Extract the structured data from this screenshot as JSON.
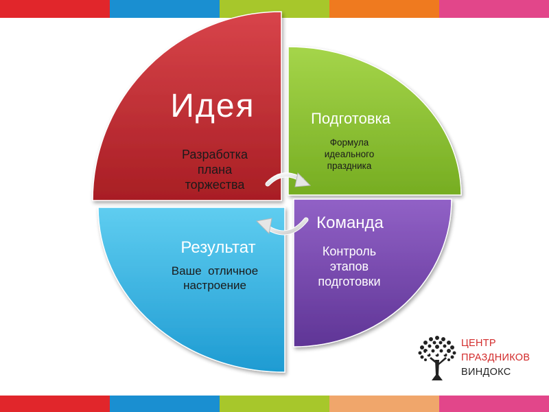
{
  "colors": {
    "stripes": [
      "#e1262b",
      "#1a8fd1",
      "#a7c72b",
      "#ef7a1f",
      "#e2468a"
    ],
    "stripes_bottom": [
      "#e1262b",
      "#1a8fd1",
      "#a7c72b",
      "#f0a66b",
      "#e2468a"
    ],
    "idea": "#c0272d",
    "preparation": "#8cc331",
    "team": "#7a4cb3",
    "result": "#2fb3e3",
    "logo_red": "#d22a2a",
    "logo_dark": "#222222"
  },
  "quadrants": {
    "idea": {
      "title": "Идея",
      "lines": [
        "Разработка",
        "плана",
        "торжества"
      ]
    },
    "preparation": {
      "title": "Подготовка",
      "lines": [
        "Формула",
        "идеального",
        "праздника"
      ]
    },
    "team": {
      "title": "Команда",
      "lines": [
        "Контроль",
        "этапов",
        "подготовки"
      ]
    },
    "result": {
      "title": "Результат",
      "lines": [
        "Ваше  отличное",
        "настроение"
      ]
    }
  },
  "logo": {
    "line1": "ЦЕНТР",
    "line2": "ПРАЗДНИКОВ",
    "line3": "ВИНДОКС",
    "icon": "tree-icon"
  }
}
